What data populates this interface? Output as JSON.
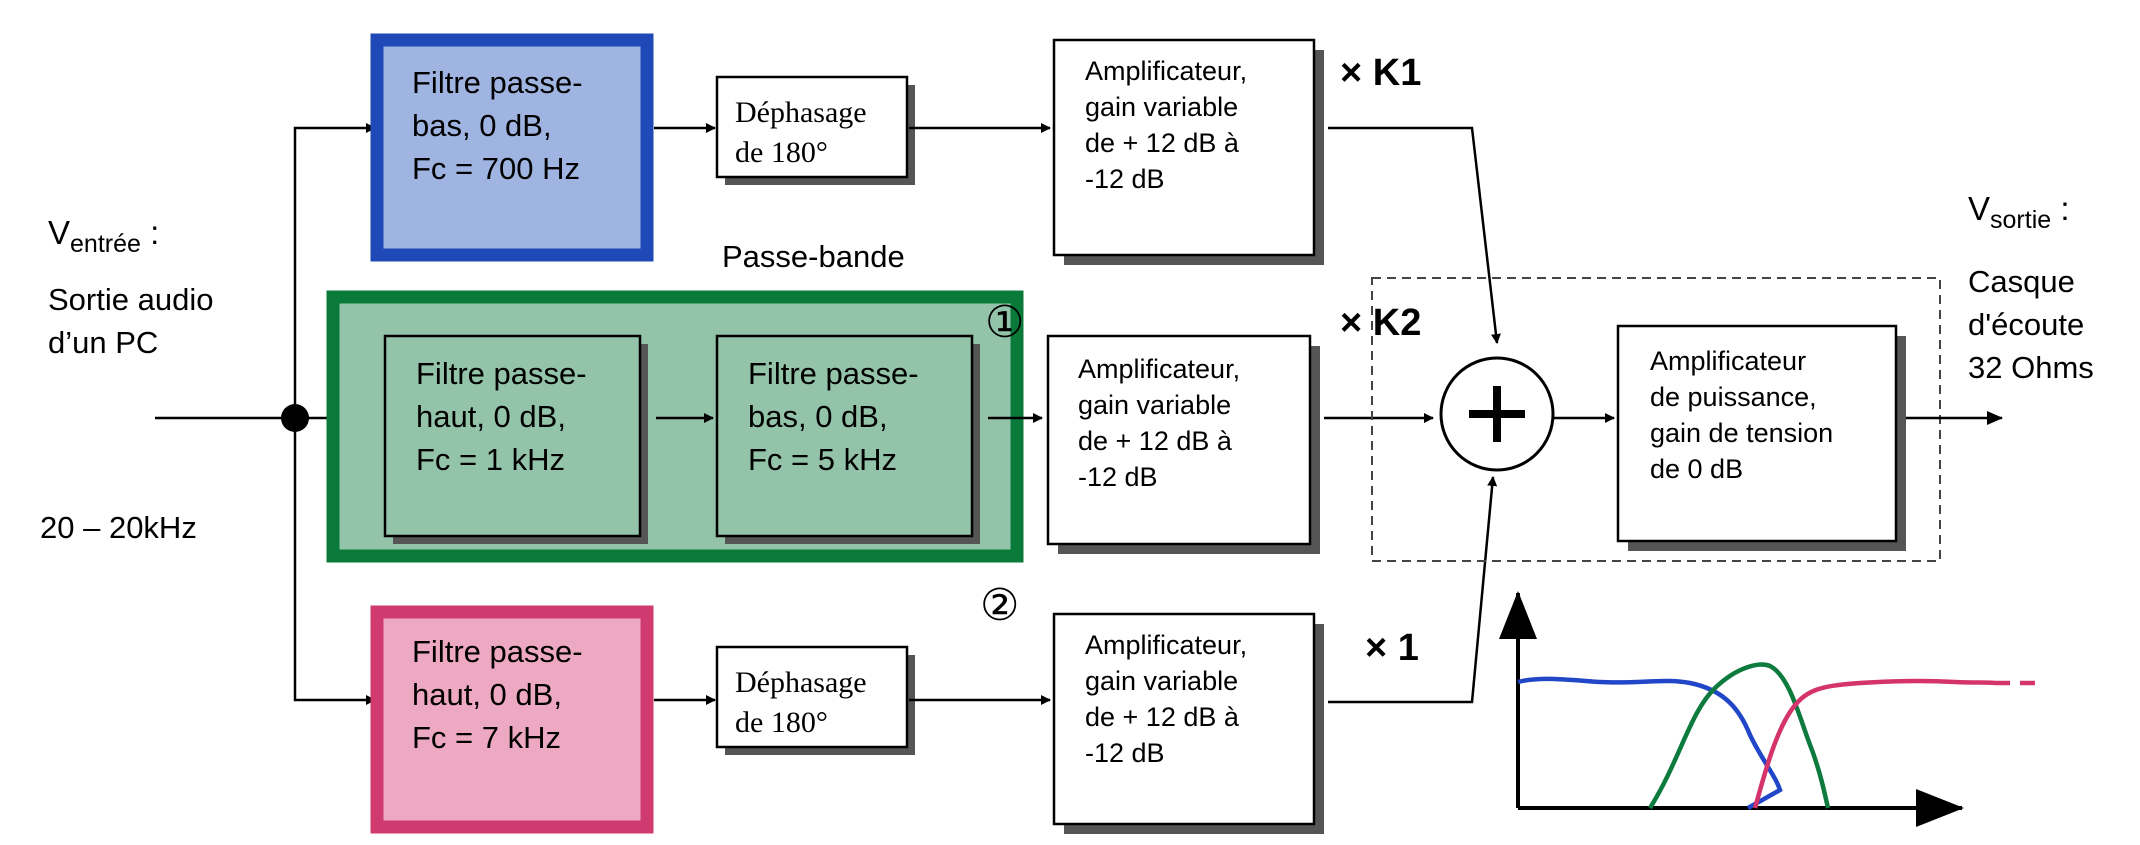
{
  "input": {
    "v_label": "V",
    "v_sub": "entrée",
    "v_colon": " :",
    "source_line1": "Sortie audio",
    "source_line2": "d’un PC",
    "range": "20 – 20kHz"
  },
  "output": {
    "v_label": "V",
    "v_sub": "sortie",
    "v_colon": " :",
    "dest_line1": "Casque",
    "dest_line2": "d'écoute",
    "dest_line3": "32 Ohms"
  },
  "filters": {
    "lowpass": [
      "Filtre passe-",
      "bas, 0 dB,",
      "Fc = 700 Hz"
    ],
    "bandpass_title": "Passe-bande",
    "bandpass_hp": [
      "Filtre passe-",
      "haut, 0 dB,",
      "Fc = 1 kHz"
    ],
    "bandpass_lp": [
      "Filtre passe-",
      "bas, 0 dB,",
      "Fc = 5 kHz"
    ],
    "highpass": [
      "Filtre passe-",
      "haut, 0 dB,",
      "Fc = 7 kHz"
    ]
  },
  "phase": {
    "top": [
      "Déphasage",
      "de 180°"
    ],
    "bottom": [
      "Déphasage",
      "de 180°"
    ]
  },
  "amplifiers": {
    "top": [
      "Amplificateur,",
      "gain variable",
      "de + 12 dB à",
      "-12 dB"
    ],
    "middle": [
      "Amplificateur,",
      "gain variable",
      "de + 12 dB à",
      "-12 dB"
    ],
    "bottom": [
      "Amplificateur,",
      "gain variable",
      "de + 12 dB à",
      "-12 dB"
    ]
  },
  "gains": {
    "k1": "× K1",
    "k2": "× K2",
    "one": "× 1"
  },
  "power_amp": [
    "Amplificateur",
    "de puissance,",
    "gain de tension",
    "de 0 dB"
  ],
  "markers": {
    "circled_1": "①",
    "circled_2": "②"
  },
  "summer": {
    "symbol": "+"
  },
  "colors": {
    "lowpass_fill": "#9fb4e0",
    "lowpass_border": "#1f49b6",
    "bandpass_fill": "#93c4a9",
    "bandpass_border": "#0a7a3a",
    "highpass_fill": "#eda9c2",
    "highpass_border": "#cf3b6e",
    "curve_blue": "#2146c7",
    "curve_green": "#0d7a3e",
    "curve_pink": "#d4336c"
  }
}
